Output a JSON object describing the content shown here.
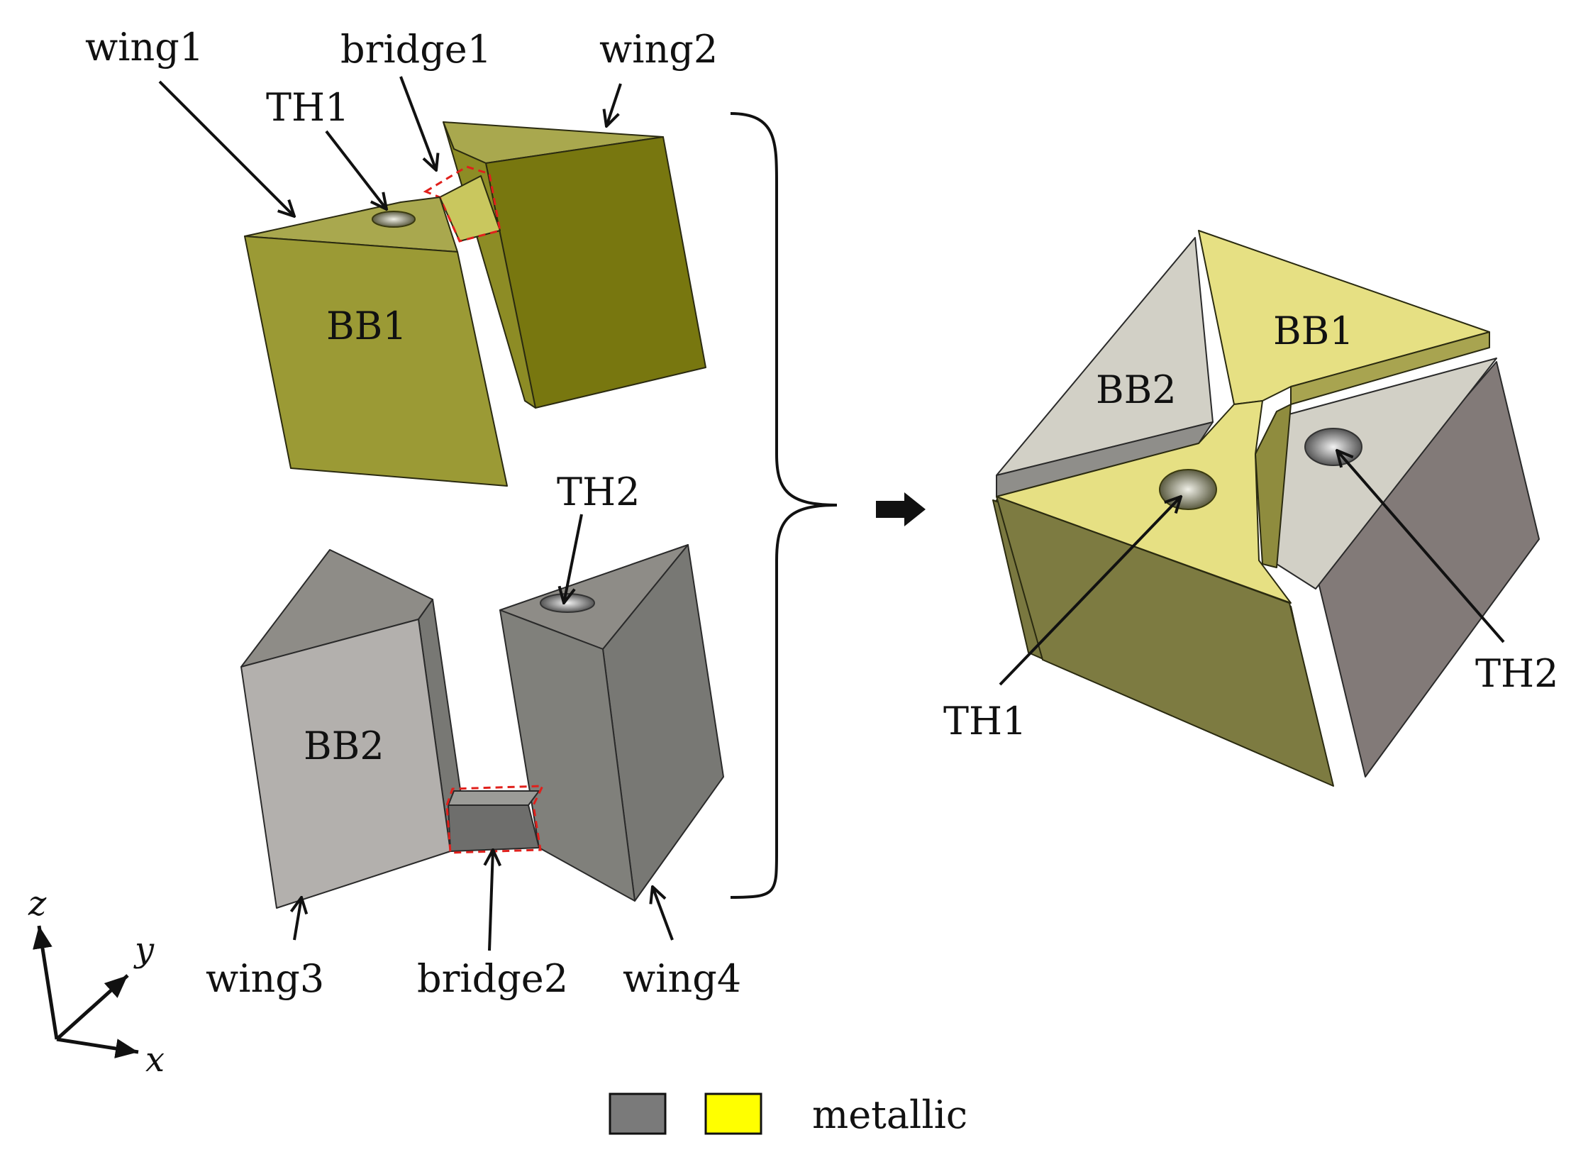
{
  "labels": {
    "wing1": "wing1",
    "bridge1": "bridge1",
    "wing2": "wing2",
    "th1_top": "TH1",
    "bb1_left": "BB1",
    "th2_bottom": "TH2",
    "bb2_left": "BB2",
    "wing3": "wing3",
    "bridge2": "bridge2",
    "wing4": "wing4",
    "bb1_right": "BB1",
    "bb2_right": "BB2",
    "th1_right": "TH1",
    "th2_right": "TH2"
  },
  "axes": {
    "x": "x",
    "y": "y",
    "z": "z"
  },
  "legend": {
    "label": "metallic",
    "swatch_gray": "#7a7a7a",
    "swatch_yellow": "#ffff00"
  },
  "colors": {
    "olive_top": "#a9a84e",
    "olive_front": "#9b9a35",
    "olive_side": "#78770f",
    "gray_light": "#b3b0ad",
    "gray_mid": "#8e8c87",
    "gray_dark": "#787874",
    "yellow_top": "#e6e083",
    "yellow_side": "#7a7840",
    "silver_top": "#d2d0c6",
    "dark_side": "#827a78",
    "dash": "#e0201c"
  }
}
